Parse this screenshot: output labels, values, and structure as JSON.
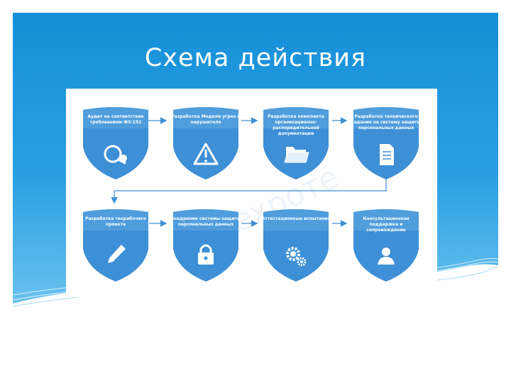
{
  "slide": {
    "title": "Схема действия",
    "watermark": "expoте"
  },
  "colors": {
    "slide_blue": "#1a93db",
    "shield_fill": "#3d8fd6",
    "shield_top": "#5aa6e3",
    "arrow": "#3d8fd6",
    "diagram_bg": "#ffffff"
  },
  "steps": [
    {
      "label": "Аудит на соответствие требованиям ФЗ-152",
      "icon": "magnifier-icon"
    },
    {
      "label": "Разработка Модели угроз и нарушителя",
      "icon": "warning-icon"
    },
    {
      "label": "Разработка комплекта организационно-распорядительной документации",
      "icon": "folder-icon"
    },
    {
      "label": "Разработка технического задания на систему защиты персональных данных",
      "icon": "document-icon"
    },
    {
      "label": "Разработка техрабочего проекта",
      "icon": "pencil-icon"
    },
    {
      "label": "Внедрение системы защиты персональных данных",
      "icon": "lock-icon"
    },
    {
      "label": "Аттестационные испытания",
      "icon": "gears-icon"
    },
    {
      "label": "Консультационная поддержка и сопровождение",
      "icon": "user-icon"
    }
  ]
}
